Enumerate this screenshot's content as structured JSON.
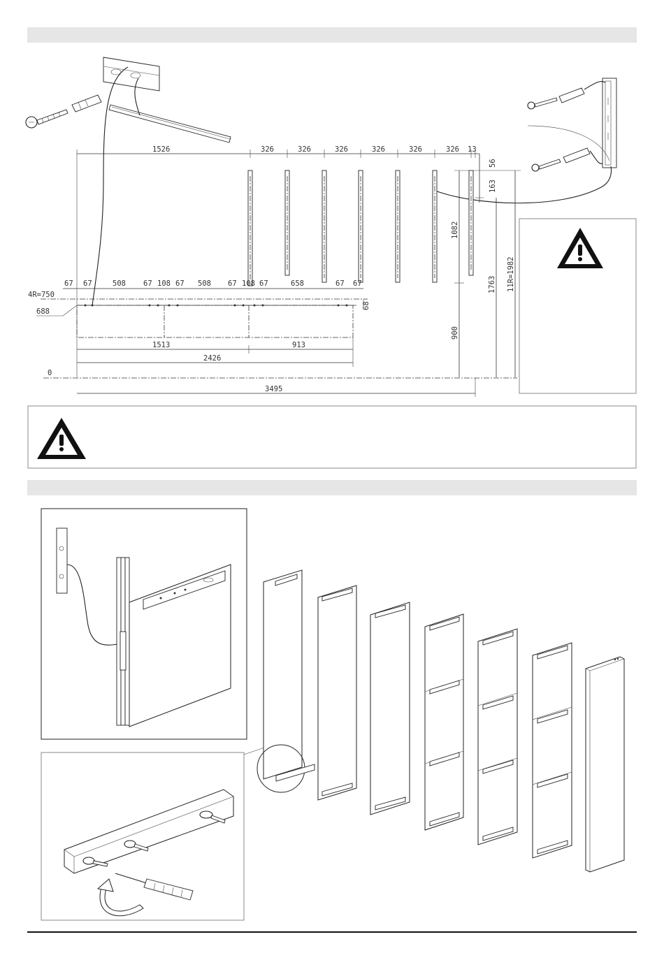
{
  "header_bands": [
    "",
    ""
  ],
  "dimensions": {
    "top_segments": [
      "1526",
      "326",
      "326",
      "326",
      "326",
      "326",
      "326",
      "13"
    ],
    "right_small": [
      "56",
      "163"
    ],
    "vertical": {
      "v1082": "1082",
      "v900": "900",
      "v1763": "1763",
      "v11r": "11R=1982"
    },
    "left_labels": {
      "r4": "4R=750",
      "v688": "688",
      "zero": "0"
    },
    "row_labels": [
      "67",
      "67",
      "508",
      "67",
      "108",
      "67",
      "508",
      "67",
      "108",
      "67",
      "658",
      "67",
      "67"
    ],
    "row_right": "68",
    "bottom": {
      "b1513": "1513",
      "b913": "913",
      "b2426": "2426",
      "b3495": "3495"
    }
  },
  "warning_icons": [
    "warning-triangle",
    "warning-triangle"
  ],
  "colors": {
    "band": "#e6e6e6",
    "line": "#222222",
    "border": "#888888"
  }
}
